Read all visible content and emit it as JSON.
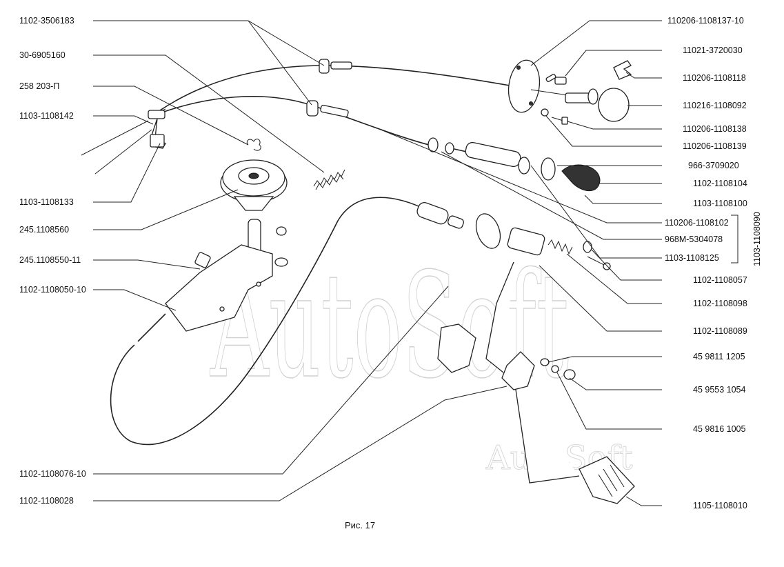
{
  "watermark": {
    "large": "AutoSoft",
    "small": "AutoSoft"
  },
  "caption": "Рис. 17",
  "labels_left": [
    "1102-3506183",
    "30-6905160",
    "258 203-П",
    "1103-1108142",
    "1103-1108133",
    "245.1108560",
    "245.1108550-11",
    "1102-1108050-10",
    "1102-1108076-10",
    "1102-1108028"
  ],
  "labels_right": [
    "110206-1108137-10",
    "11021-3720030",
    "110206-1108118",
    "110216-1108092",
    "110206-1108138",
    "110206-1108139",
    "966-3709020",
    "1102-1108104",
    "1103-1108100",
    "110206-1108102",
    "968М-5304078",
    "1103-1108125",
    "1102-1108057",
    "1102-1108098",
    "1102-1108089",
    "45 9811 1205",
    "45 9553 1054",
    "45 9816 1005",
    "1105-1108010"
  ],
  "group_bracket_label": "1103-1108090"
}
